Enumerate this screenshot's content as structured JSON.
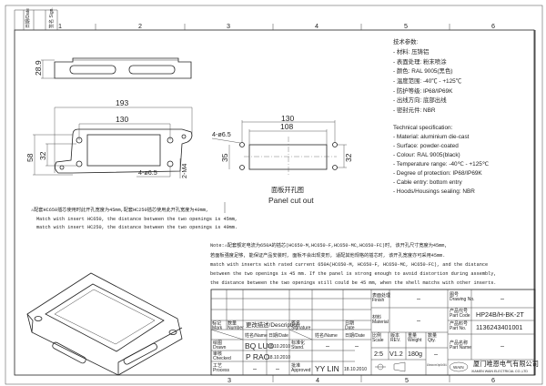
{
  "zones": [
    "1",
    "2",
    "3",
    "4",
    "5",
    "6"
  ],
  "header_cells": {
    "date_label": "日期/Date",
    "sign_label": "签名 Sign."
  },
  "side_view": {
    "height_dim": "28.9"
  },
  "top_view": {
    "overall_width": "193",
    "hole_spacing": "130",
    "overall_height": "58",
    "hole_height": "32",
    "hole_label": "4-ø6.5",
    "thread_label": "2-M4"
  },
  "panel_cutout": {
    "outer_spacing": "130",
    "cutout_width": "108",
    "hole_label": "4-ø6.5",
    "cutout_height": "35",
    "hole_height": "32",
    "title_cn": "面板开孔图",
    "title_en": "Panel cut out"
  },
  "spec_cn": {
    "title": "技术参数:",
    "items": [
      "- 材料: 压铸铝",
      "- 表面处理: 粉末喷涂",
      "- 颜色: RAL 9005(黑色)",
      "- 温度范围: -40℃ - +125℃",
      "- 防护等级: IP68/IP69K",
      "- 出线方向: 底部出线",
      "- 密封元件: NBR"
    ]
  },
  "spec_en": {
    "title": "Technical specification:",
    "items": [
      "- Material: aluminium die-cast",
      "- Surface: powder-coated",
      "- Colour: RAL 9005(black)",
      "- Temperature range: -40℃ - +125℃",
      "- Degree of protection: IP68/IP69K",
      "- Cable entry: bottom entry",
      "- Hoods/Housings sealing: NBR"
    ]
  },
  "note1": [
    "⚠配套HC650插芯使用时此开孔宽度为45mm,配套HC250插芯使用此开孔宽度为40mm,",
    "Match with insert HC650, the distance between the two openings is 45mm,",
    "match with insert HC250, the distance between the two openings is 40mm."
  ],
  "note2": [
    "Note:⚠配套额定电流为650A的插芯(HC650-M,HC650-F,HC650-MC,HC650-FC)时, 该开孔尺寸宽度为45mm,",
    "若面板强度足够, 能保证产品安装时, 面板不会出现变形, 适配其他规格的插芯时, 该开孔宽度亦可采用45mm.",
    "match with inserts with rated current 650A(HC650-M, HC650-F, HC650-MC, HC650-FC), and the distance",
    "between the two openings is 45 mm. If the panel is strong enough to avoid distortion during assembly,",
    "the distance between the two openings still could be 45 mm, when the shell matchs with other inserts."
  ],
  "title_block": {
    "rev_headers": {
      "mark": "标记 Mark",
      "number": "数量 Number",
      "description": "更改描述/Description",
      "signature": "签名 Signature",
      "date": "日期 Date"
    },
    "name_label": "姓名/Name",
    "date_label": "日期/Date",
    "drawn": {
      "label": "绘图 Drawn",
      "name": "BQ LUO",
      "date": "18.10.2010"
    },
    "checked": {
      "label": "审核 Checked",
      "name": "P RAO",
      "date": "18.10.2010"
    },
    "process": {
      "label": "工艺 Process",
      "name": "–",
      "date": "–"
    },
    "stand": {
      "label": "标准化 Stand.",
      "name": "–",
      "date": "–"
    },
    "approved": {
      "label": "批准 Approved",
      "name": "YY LIN",
      "date": "18.10.2010"
    },
    "finish": {
      "label": "表面处理 Finish",
      "value": "–"
    },
    "material": {
      "label": "材料 Material",
      "value": "–"
    },
    "scale": {
      "label": "比例 Scale",
      "value": "2:5"
    },
    "rev": {
      "label": "版本 REV.",
      "value": "V1.2"
    },
    "weight": {
      "label": "重量 Weight",
      "value": "180g"
    },
    "qty": {
      "label": "数量 Qty.",
      "value": "–"
    },
    "dimensions_note": "All Dimensions in mm Original Size DIN A 4",
    "drawing_no": {
      "label": "图号 Drawing No.",
      "value": "–"
    },
    "part_code": {
      "label": "产品代号 Part Code",
      "value": "HP24B/H-BK-2T"
    },
    "part_no": {
      "label": "产品料号 Part No.",
      "value": "1136243401001"
    },
    "part_name": {
      "label": "产品名称 Part Name",
      "value": "–"
    },
    "company_cn": "厦门唯恩电气有限公司",
    "company_en": "XIAMEN WAIN ELECTRICAL CO.,LTD",
    "logo_text": "WAIN"
  }
}
